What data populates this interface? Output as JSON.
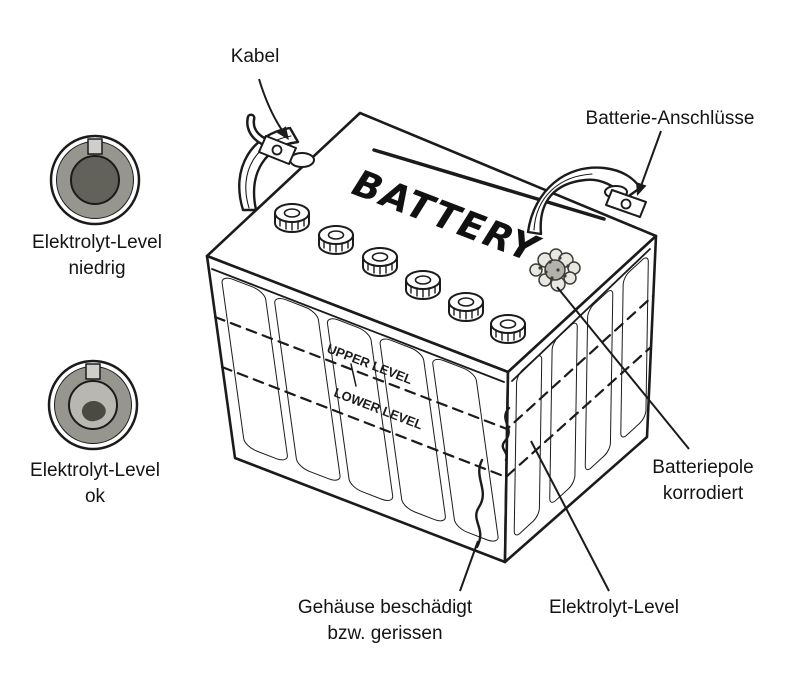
{
  "diagram": {
    "battery_text": "BATTERY",
    "upper_level": "UPPER LEVEL",
    "lower_level": "LOWER LEVEL",
    "labels": {
      "kabel": "Kabel",
      "anschluesse": "Batterie-Anschlüsse",
      "niedrig1": "Elektrolyt-Level",
      "niedrig2": "niedrig",
      "ok1": "Elektrolyt-Level",
      "ok2": "ok",
      "korrodiert1": "Batteriepole",
      "korrodiert2": "korrodiert",
      "gehaeuse1": "Gehäuse beschädigt",
      "gehaeuse2": "bzw. gerissen",
      "level_bottom": "Elektrolyt-Level"
    },
    "colors": {
      "ink": "#1b1b1b",
      "ring_gray": "#97968e",
      "low_center": "#63625a",
      "ok_center": "#b9b8b0",
      "blob_dark": "#4b4a42",
      "notch": "#cfcec8"
    }
  }
}
